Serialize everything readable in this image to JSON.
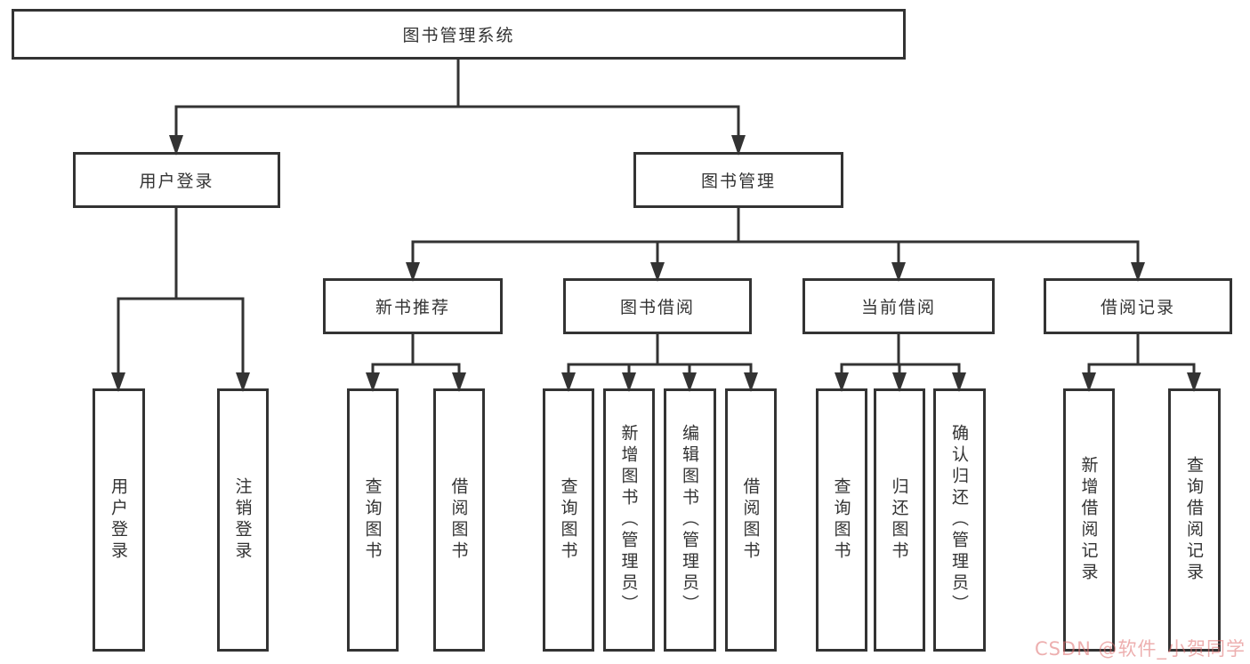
{
  "tree": {
    "label": "图书管理系统",
    "children": [
      {
        "label": "用户登录",
        "children": [
          {
            "label": "用户登录"
          },
          {
            "label": "注销登录"
          }
        ]
      },
      {
        "label": "图书管理",
        "children": [
          {
            "label": "新书推荐",
            "children": [
              {
                "label": "查询图书"
              },
              {
                "label": "借阅图书"
              }
            ]
          },
          {
            "label": "图书借阅",
            "children": [
              {
                "label": "查询图书"
              },
              {
                "label": "新增图书（管理员）"
              },
              {
                "label": "编辑图书（管理员）"
              },
              {
                "label": "借阅图书"
              }
            ]
          },
          {
            "label": "当前借阅",
            "children": [
              {
                "label": "查询图书"
              },
              {
                "label": "归还图书"
              },
              {
                "label": "确认归还（管理员）"
              }
            ]
          },
          {
            "label": "借阅记录",
            "children": [
              {
                "label": "新增借阅记录"
              },
              {
                "label": "查询借阅记录"
              }
            ]
          }
        ]
      }
    ]
  },
  "watermark": {
    "text": "CSDN @软件_小贺同学"
  },
  "colors": {
    "line": "#333333",
    "box_border": "#333333",
    "text": "#333333",
    "watermark": "#e9a6a6",
    "background": "#ffffff"
  }
}
